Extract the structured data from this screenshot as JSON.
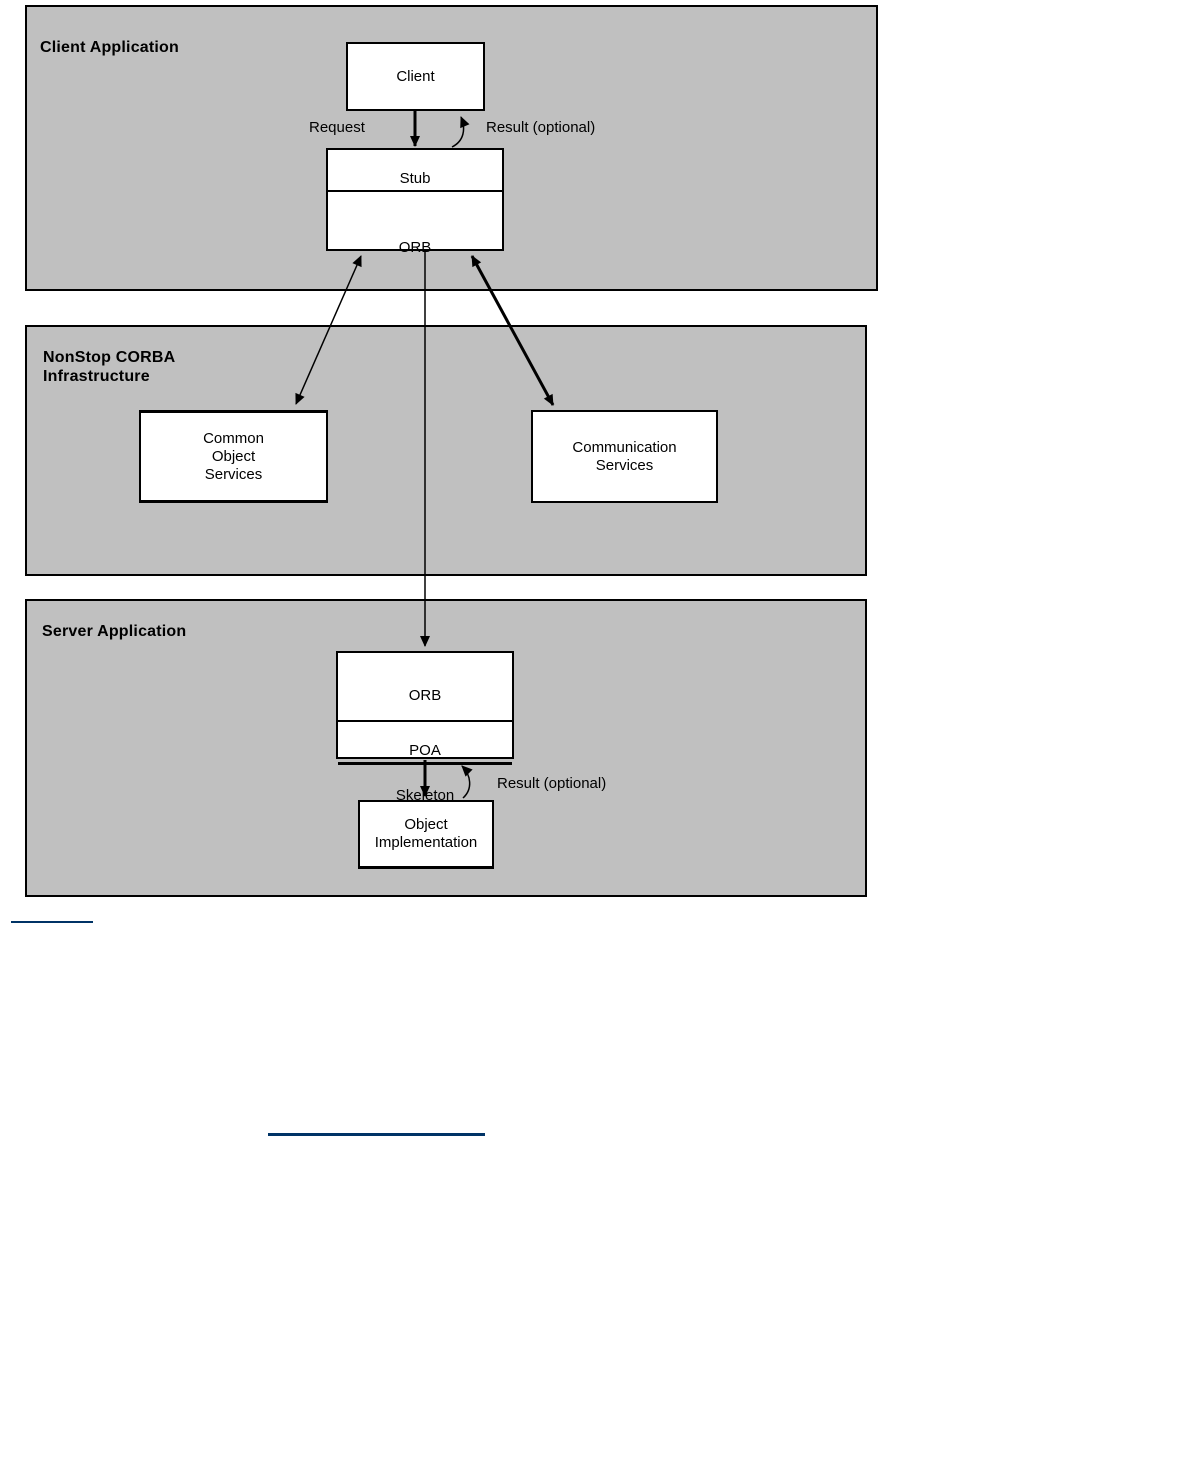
{
  "diagram": {
    "colors": {
      "section_fill": "#c0c0c0",
      "box_fill": "#ffffff",
      "border": "#000000",
      "link": "#003366"
    },
    "sections": {
      "client": {
        "title": "Client Application"
      },
      "infrastructure": {
        "title": "NonStop CORBA\nInfrastructure"
      },
      "server": {
        "title": "Server Application"
      }
    },
    "nodes": {
      "client": "Client",
      "stub": "Stub",
      "client_orb": "ORB",
      "common_object_services": "Common\nObject\nServices",
      "communication_services": "Communication\nServices",
      "server_orb": "ORB",
      "poa": "POA",
      "skeleton": "Skeleton",
      "object_implementation": "Object\nImplementation"
    },
    "arrow_labels": {
      "request": "Request",
      "result_top": "Result (optional)",
      "result_bottom": "Result (optional)"
    }
  }
}
